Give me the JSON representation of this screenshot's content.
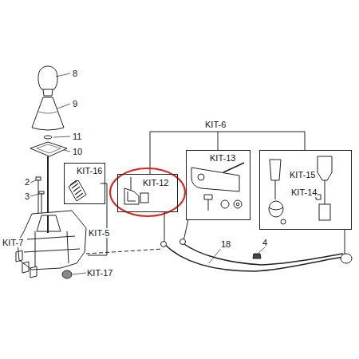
{
  "diagram": {
    "nodes": [
      {
        "text": [
          "KIT-16"
        ]
      },
      {
        "text": [
          "KIT-12"
        ]
      },
      {
        "text": [
          "KIT-13"
        ]
      },
      {
        "text": [
          "KIT-15",
          "KIT-14"
        ]
      }
    ],
    "labels": [
      "8",
      "9",
      "11",
      "10",
      "2",
      "3",
      "KIT-7",
      "KIT-5",
      "KIT-17",
      "KIT-6",
      "18",
      "4"
    ]
  }
}
